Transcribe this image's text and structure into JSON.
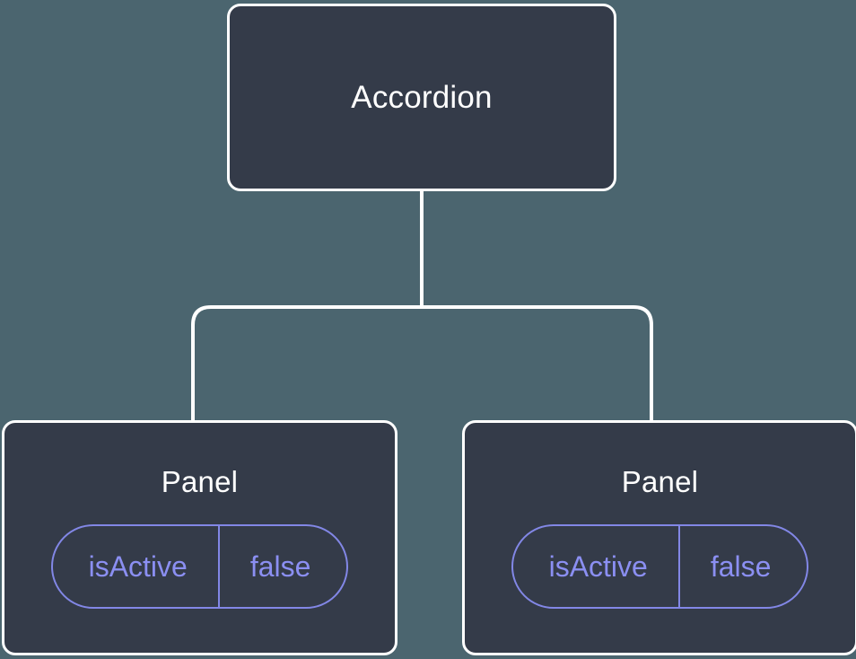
{
  "canvas": {
    "background_color": "#4b656f",
    "node_fill_color": "#343b49",
    "node_border_color": "#ffffff",
    "edge_color": "#ffffff",
    "accent_color": "#8b8ff2"
  },
  "diagram": {
    "type": "component-tree",
    "root": {
      "label": "Accordion"
    },
    "children": [
      {
        "label": "Panel",
        "state": {
          "key": "isActive",
          "value": "false"
        }
      },
      {
        "label": "Panel",
        "state": {
          "key": "isActive",
          "value": "false"
        }
      }
    ]
  }
}
